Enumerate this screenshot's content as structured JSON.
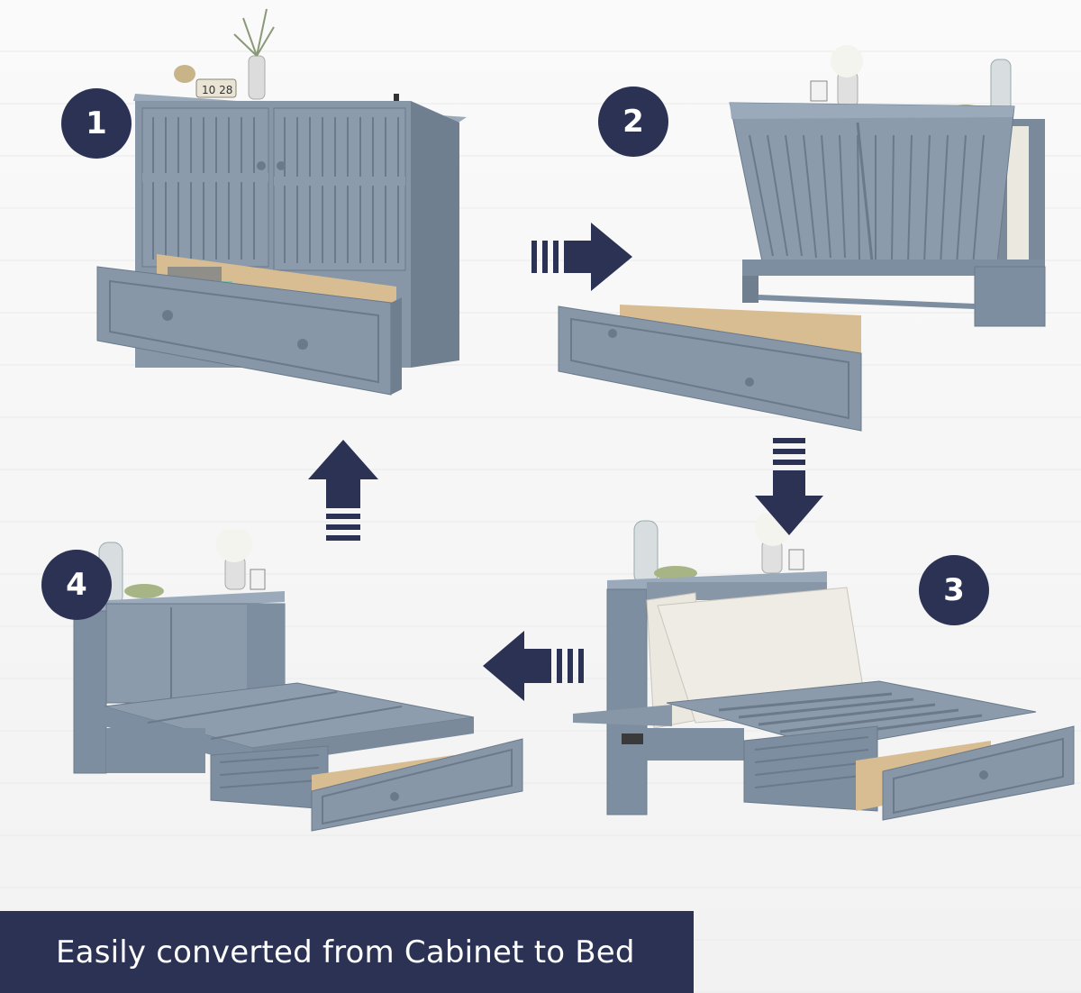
{
  "colors": {
    "navy": "#2b3254",
    "furniture": "#7d8ea0",
    "furniture_light": "#93a3b3",
    "furniture_dark": "#5f6f80",
    "wood": "#d9bd92",
    "mattress": "#ece9e2",
    "mattress_blue": "#8797a8"
  },
  "steps": [
    {
      "number": "1",
      "icon": "cabinet-closed-icon"
    },
    {
      "number": "2",
      "icon": "cabinet-tilt-icon"
    },
    {
      "number": "3",
      "icon": "bed-unfolding-icon"
    },
    {
      "number": "4",
      "icon": "bed-open-icon"
    }
  ],
  "clock_display": "10 28",
  "arrows": [
    "arrow-right-icon",
    "arrow-down-icon",
    "arrow-left-icon",
    "arrow-up-icon"
  ],
  "caption": "Easily converted from Cabinet to Bed"
}
